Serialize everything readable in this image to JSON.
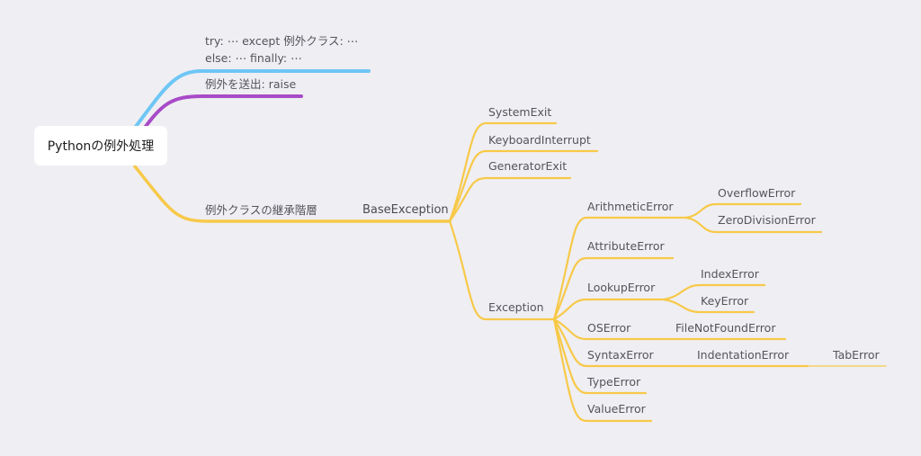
{
  "root": {
    "label": "Pythonの例外処理"
  },
  "branches": {
    "try_except": {
      "line1": "try: ⋯ except 例外クラス: ⋯",
      "line2": "else: ⋯ finally: ⋯"
    },
    "raise": {
      "label": "例外を送出: raise"
    },
    "hierarchy": {
      "label": "例外クラスの継承階層"
    }
  },
  "tree": {
    "base": "BaseException",
    "system_exit": "SystemExit",
    "keyboard_interrupt": "KeyboardInterrupt",
    "generator_exit": "GeneratorExit",
    "exception": "Exception",
    "arithmetic": "ArithmeticError",
    "overflow": "OverflowError",
    "zerodivision": "ZeroDivisionError",
    "attribute": "AttributeError",
    "lookup": "LookupError",
    "index": "IndexError",
    "key": "KeyError",
    "os": "OSError",
    "filenotfound": "FileNotFoundError",
    "syntax": "SyntaxError",
    "indentation": "IndentationError",
    "tab": "TabError",
    "type": "TypeError",
    "value": "ValueError"
  },
  "colors": {
    "background": "#efeef3",
    "blue_branch": "#6ec6f5",
    "purple_branch": "#a84bc7",
    "yellow_branch": "#f7c948"
  }
}
